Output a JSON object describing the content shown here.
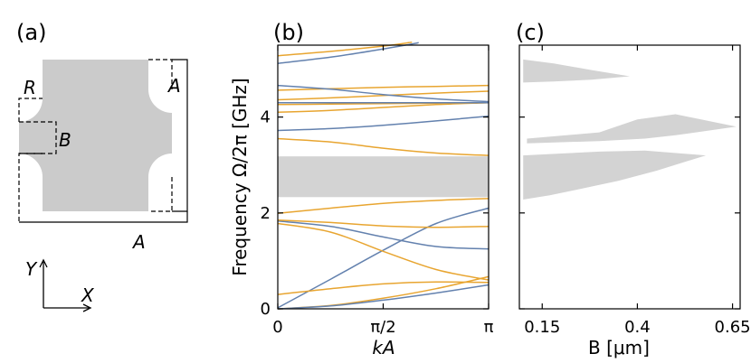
{
  "panels": {
    "a": {
      "label": "(a)",
      "labels": {
        "R": "R",
        "A_right": "A",
        "B": "B",
        "A_bottom": "A"
      },
      "axes": {
        "y": "Y",
        "x": "X"
      },
      "fill_color": "#cbcbcb"
    },
    "b": {
      "label": "(b)"
    },
    "c": {
      "label": "(c)"
    }
  },
  "chart_data": [
    {
      "type": "line",
      "panel": "b",
      "title": "",
      "xlabel": "kA",
      "ylabel": "Frequency  Ω/2π [GHz]",
      "xticks": [
        {
          "value": 0,
          "label": "0"
        },
        {
          "value": 1.5708,
          "label": "π/2"
        },
        {
          "value": 3.1416,
          "label": "π"
        }
      ],
      "yticks": [
        {
          "value": 0,
          "label": "0"
        },
        {
          "value": 2,
          "label": "2"
        },
        {
          "value": 4,
          "label": "4"
        }
      ],
      "xlim": [
        0,
        3.1416
      ],
      "ylim": [
        0,
        5.5
      ],
      "colors": {
        "orange": "#e8a530",
        "blue": "#6381ae",
        "gap": "#d3d3d3"
      },
      "gap_band": [
        2.33,
        3.18
      ],
      "series": [
        {
          "color": "orange",
          "x": [
            0,
            0.79,
            1.57,
            2.36,
            3.14
          ],
          "y": [
            0,
            0.07,
            0.22,
            0.42,
            0.67
          ]
        },
        {
          "color": "blue",
          "x": [
            0,
            0.79,
            1.57,
            2.36,
            3.14
          ],
          "y": [
            0,
            0.06,
            0.18,
            0.33,
            0.5
          ]
        },
        {
          "color": "blue",
          "x": [
            0,
            0.79,
            1.57,
            2.36,
            3.14
          ],
          "y": [
            0.02,
            0.62,
            1.22,
            1.78,
            2.1
          ]
        },
        {
          "color": "orange",
          "x": [
            0,
            0.79,
            1.57,
            2.36,
            3.14
          ],
          "y": [
            1.78,
            1.6,
            1.2,
            0.82,
            0.6
          ]
        },
        {
          "color": "orange",
          "x": [
            0,
            0.79,
            1.57,
            2.36,
            3.14
          ],
          "y": [
            0.3,
            0.42,
            0.52,
            0.56,
            0.55
          ]
        },
        {
          "color": "blue",
          "x": [
            0,
            0.79,
            1.57,
            2.36,
            3.14
          ],
          "y": [
            1.83,
            1.72,
            1.5,
            1.3,
            1.25
          ]
        },
        {
          "color": "orange",
          "x": [
            0,
            0.79,
            1.57,
            2.36,
            3.14
          ],
          "y": [
            1.85,
            1.8,
            1.73,
            1.7,
            1.72
          ]
        },
        {
          "color": "orange",
          "x": [
            0,
            0.79,
            1.57,
            2.36,
            3.14
          ],
          "y": [
            1.99,
            2.1,
            2.2,
            2.26,
            2.3
          ]
        },
        {
          "color": "orange",
          "x": [
            0,
            0.79,
            1.57,
            2.36,
            3.14
          ],
          "y": [
            3.55,
            3.48,
            3.35,
            3.25,
            3.2
          ]
        },
        {
          "color": "blue",
          "x": [
            0,
            0.79,
            1.57,
            2.36,
            3.14
          ],
          "y": [
            3.72,
            3.76,
            3.83,
            3.92,
            4.02
          ]
        },
        {
          "color": "orange",
          "x": [
            0,
            0.79,
            1.57,
            2.36,
            3.14
          ],
          "y": [
            4.1,
            4.14,
            4.2,
            4.26,
            4.3
          ]
        },
        {
          "color": "orange",
          "x": [
            0,
            0.79,
            1.57,
            2.36,
            3.14
          ],
          "y": [
            4.26,
            4.27,
            4.28,
            4.29,
            4.3
          ]
        },
        {
          "color": "blue",
          "x": [
            0,
            0.79,
            1.57,
            2.36,
            3.14
          ],
          "y": [
            4.3,
            4.3,
            4.3,
            4.3,
            4.3
          ]
        },
        {
          "color": "orange",
          "x": [
            0,
            0.79,
            1.57,
            2.36,
            3.14
          ],
          "y": [
            4.36,
            4.4,
            4.45,
            4.5,
            4.54
          ]
        },
        {
          "color": "orange",
          "x": [
            0,
            0.79,
            1.57,
            2.36,
            3.14
          ],
          "y": [
            4.56,
            4.59,
            4.62,
            4.64,
            4.66
          ]
        },
        {
          "color": "blue",
          "x": [
            0,
            0.79,
            1.57,
            2.36,
            3.14
          ],
          "y": [
            4.66,
            4.58,
            4.47,
            4.38,
            4.32
          ]
        },
        {
          "color": "blue",
          "x": [
            0,
            0.79,
            1.57,
            2.1
          ],
          "y": [
            5.12,
            5.25,
            5.42,
            5.55
          ]
        },
        {
          "color": "orange",
          "x": [
            0,
            0.79,
            1.57,
            2.0
          ],
          "y": [
            5.28,
            5.37,
            5.48,
            5.56
          ]
        }
      ]
    },
    {
      "type": "area",
      "panel": "c",
      "title": "",
      "xlabel": "B [μm]",
      "xticks": [
        {
          "value": 0.15,
          "label": "0.15"
        },
        {
          "value": 0.4,
          "label": "0.4"
        },
        {
          "value": 0.65,
          "label": "0.65"
        }
      ],
      "xlim": [
        0.09,
        0.67
      ],
      "ylim": [
        0,
        5.5
      ],
      "gap_color": "#d3d3d3",
      "regions": [
        {
          "x": [
            0.1,
            0.18,
            0.28,
            0.38,
            0.28,
            0.18,
            0.1
          ],
          "y": [
            5.2,
            5.12,
            4.98,
            4.85,
            4.78,
            4.74,
            4.72
          ]
        },
        {
          "x": [
            0.11,
            0.3,
            0.4,
            0.5,
            0.66,
            0.5,
            0.42,
            0.3,
            0.11
          ],
          "y": [
            3.55,
            3.68,
            3.95,
            4.06,
            3.8,
            3.62,
            3.55,
            3.5,
            3.45
          ]
        },
        {
          "x": [
            0.1,
            0.2,
            0.3,
            0.42,
            0.58,
            0.45,
            0.35,
            0.25,
            0.17,
            0.1
          ],
          "y": [
            3.2,
            3.24,
            3.28,
            3.3,
            3.2,
            2.88,
            2.67,
            2.5,
            2.37,
            2.28
          ]
        }
      ]
    }
  ]
}
